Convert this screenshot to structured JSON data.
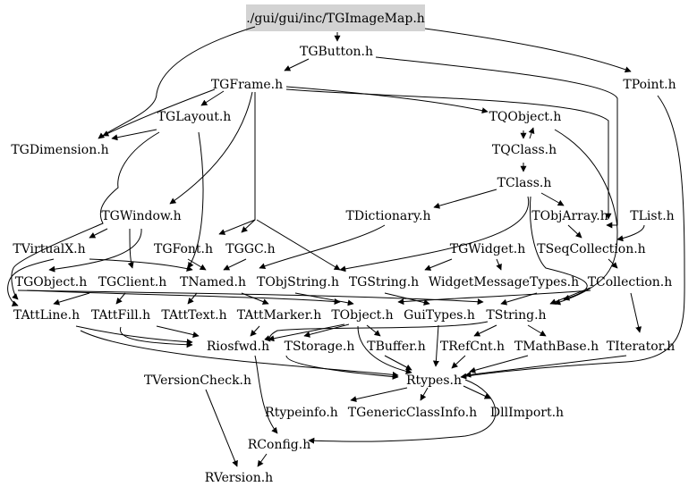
{
  "diagram": {
    "type": "include-dependency-graph",
    "root": "./gui/gui/inc/TGImageMap.h",
    "colors": {
      "root_fill": "#d3d3d3",
      "edge": "#000000",
      "text": "#000000",
      "background": "#ffffff"
    },
    "nodes": [
      {
        "id": "root",
        "label": "./gui/gui/inc/TGImageMap.h"
      },
      {
        "id": "TGButton",
        "label": "TGButton.h"
      },
      {
        "id": "TPoint",
        "label": "TPoint.h"
      },
      {
        "id": "TGFrame",
        "label": "TGFrame.h"
      },
      {
        "id": "TGLayout",
        "label": "TGLayout.h"
      },
      {
        "id": "TQObject",
        "label": "TQObject.h"
      },
      {
        "id": "TGDimension",
        "label": "TGDimension.h"
      },
      {
        "id": "TQClass",
        "label": "TQClass.h"
      },
      {
        "id": "TClass",
        "label": "TClass.h"
      },
      {
        "id": "TGWindow",
        "label": "TGWindow.h"
      },
      {
        "id": "TDictionary",
        "label": "TDictionary.h"
      },
      {
        "id": "TObjArray",
        "label": "TObjArray.h"
      },
      {
        "id": "TList",
        "label": "TList.h"
      },
      {
        "id": "TVirtualX",
        "label": "TVirtualX.h"
      },
      {
        "id": "TGFont",
        "label": "TGFont.h"
      },
      {
        "id": "TGGC",
        "label": "TGGC.h"
      },
      {
        "id": "TGWidget",
        "label": "TGWidget.h"
      },
      {
        "id": "TSeqCollection",
        "label": "TSeqCollection.h"
      },
      {
        "id": "TGObject",
        "label": "TGObject.h"
      },
      {
        "id": "TGClient",
        "label": "TGClient.h"
      },
      {
        "id": "TNamed",
        "label": "TNamed.h"
      },
      {
        "id": "TObjString",
        "label": "TObjString.h"
      },
      {
        "id": "TGString",
        "label": "TGString.h"
      },
      {
        "id": "WidgetMessageTypes",
        "label": "WidgetMessageTypes.h"
      },
      {
        "id": "TCollection",
        "label": "TCollection.h"
      },
      {
        "id": "TAttLine",
        "label": "TAttLine.h"
      },
      {
        "id": "TAttFill",
        "label": "TAttFill.h"
      },
      {
        "id": "TAttText",
        "label": "TAttText.h"
      },
      {
        "id": "TAttMarker",
        "label": "TAttMarker.h"
      },
      {
        "id": "TObject",
        "label": "TObject.h"
      },
      {
        "id": "GuiTypes",
        "label": "GuiTypes.h"
      },
      {
        "id": "TString",
        "label": "TString.h"
      },
      {
        "id": "Riosfwd",
        "label": "Riosfwd.h"
      },
      {
        "id": "TStorage",
        "label": "TStorage.h"
      },
      {
        "id": "TBuffer",
        "label": "TBuffer.h"
      },
      {
        "id": "TRefCnt",
        "label": "TRefCnt.h"
      },
      {
        "id": "TMathBase",
        "label": "TMathBase.h"
      },
      {
        "id": "TIterator",
        "label": "TIterator.h"
      },
      {
        "id": "TVersionCheck",
        "label": "TVersionCheck.h"
      },
      {
        "id": "Rtypes",
        "label": "Rtypes.h"
      },
      {
        "id": "Rtypeinfo",
        "label": "Rtypeinfo.h"
      },
      {
        "id": "TGenericClassInfo",
        "label": "TGenericClassInfo.h"
      },
      {
        "id": "DllImport",
        "label": "DllImport.h"
      },
      {
        "id": "RConfig",
        "label": "RConfig.h"
      },
      {
        "id": "RVersion",
        "label": "RVersion.h"
      }
    ]
  }
}
